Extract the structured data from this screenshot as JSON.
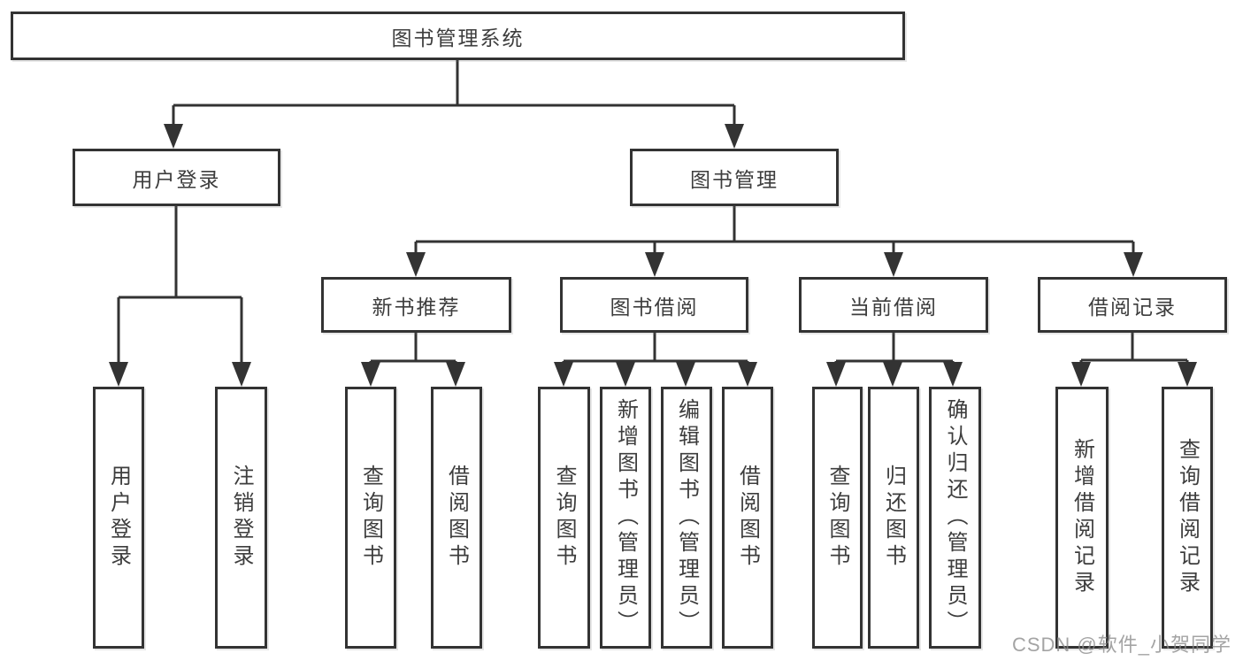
{
  "diagram": {
    "title": "图书管理系统",
    "level2": [
      {
        "id": "user-login",
        "label": "用户登录"
      },
      {
        "id": "book-management",
        "label": "图书管理"
      }
    ],
    "level3": [
      {
        "id": "new-book-recommendation",
        "label": "新书推荐",
        "parent": "图书管理"
      },
      {
        "id": "book-borrowing",
        "label": "图书借阅",
        "parent": "图书管理"
      },
      {
        "id": "current-borrowing",
        "label": "当前借阅",
        "parent": "图书管理"
      },
      {
        "id": "borrowing-records",
        "label": "借阅记录",
        "parent": "图书管理"
      }
    ],
    "leaves": [
      {
        "id": "user-login-leaf",
        "label": "用户登录",
        "parent": "用户登录"
      },
      {
        "id": "logout",
        "label": "注销登录",
        "parent": "用户登录"
      },
      {
        "id": "query-books-recommend",
        "label": "查询图书",
        "parent": "新书推荐"
      },
      {
        "id": "borrow-books-recommend",
        "label": "借阅图书",
        "parent": "新书推荐"
      },
      {
        "id": "query-books-borrowing",
        "label": "查询图书",
        "parent": "图书借阅"
      },
      {
        "id": "add-book-admin",
        "label": "新增图书（管理员）",
        "parent": "图书借阅"
      },
      {
        "id": "edit-book-admin",
        "label": "编辑图书（管理员）",
        "parent": "图书借阅"
      },
      {
        "id": "borrow-books-borrowing",
        "label": "借阅图书",
        "parent": "图书借阅"
      },
      {
        "id": "query-books-current",
        "label": "查询图书",
        "parent": "当前借阅"
      },
      {
        "id": "return-books",
        "label": "归还图书",
        "parent": "当前借阅"
      },
      {
        "id": "confirm-return-admin",
        "label": "确认归还（管理员）",
        "parent": "当前借阅"
      },
      {
        "id": "add-borrow-record",
        "label": "新增借阅记录",
        "parent": "借阅记录"
      },
      {
        "id": "query-borrow-record",
        "label": "查询借阅记录",
        "parent": "借阅记录"
      }
    ],
    "watermark": "CSDN @软件_小贺同学",
    "colors": {
      "line": "#333333",
      "box_border": "#333333",
      "text": "#3d3d3d",
      "background": "#ffffff",
      "watermark": "#8a8a8a"
    }
  }
}
